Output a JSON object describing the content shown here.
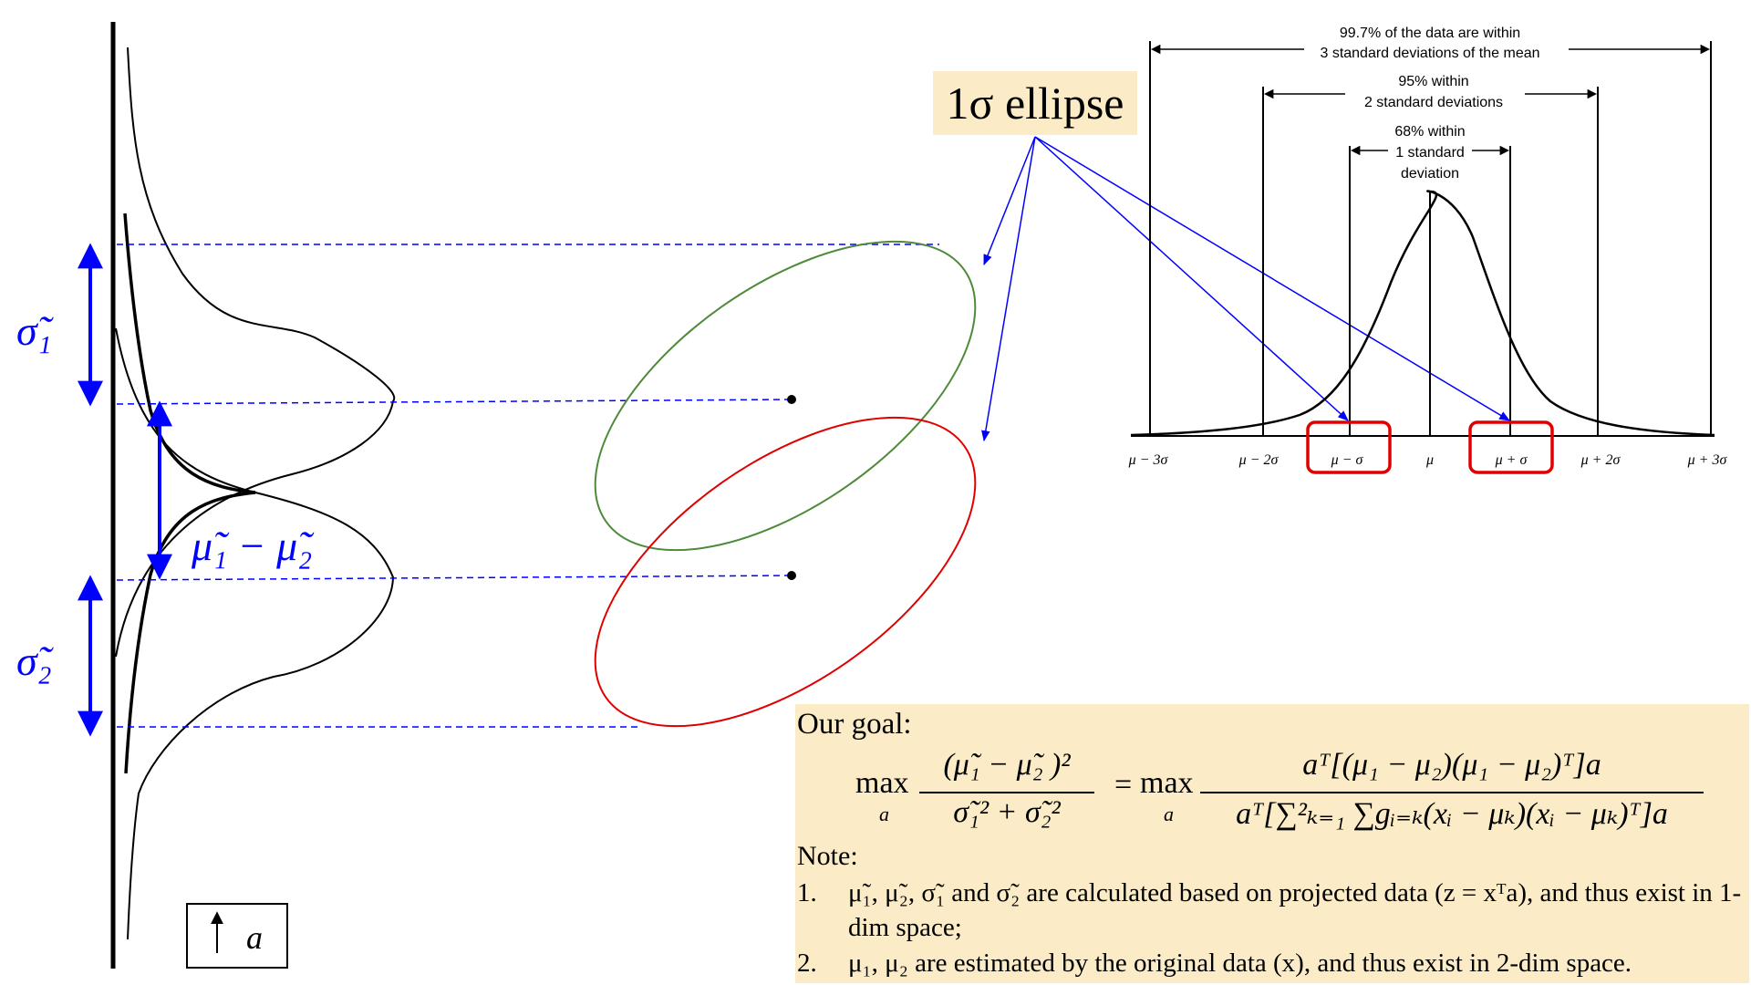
{
  "left_panel": {
    "sigma1_label": "σ̃₁",
    "sigma2_label": "σ̃₂",
    "mu_diff_label": "μ̃₁ − μ̃₂",
    "direction_label": "a"
  },
  "ellipse_callout": "1σ ellipse",
  "normal_curve": {
    "band3": "99.7% of the data are within",
    "band3_line2": "3 standard deviations of the mean",
    "band2": "95% within",
    "band2_line2": "2 standard deviations",
    "band1": "68% within",
    "band1_line2": "1 standard",
    "band1_line3": "deviation",
    "ticks": [
      "μ − 3σ",
      "μ − 2σ",
      "μ − σ",
      "μ",
      "μ + σ",
      "μ + 2σ",
      "μ + 3σ"
    ]
  },
  "goal": {
    "title": "Our goal:",
    "lhs_max": "max",
    "lhs_sub": "a",
    "lhs_num": "(μ̃₁ − μ̃₂ )²",
    "lhs_den": "σ̃₁² + σ̃₂²",
    "equals": "=",
    "rhs_max": "max",
    "rhs_sub": "a",
    "rhs_num": "aᵀ[(μ₁ − μ₂)(μ₁ − μ₂)ᵀ]a",
    "rhs_den": "aᵀ[∑²ₖ₌₁ ∑gᵢ₌ₖ(xᵢ − μₖ)(xᵢ − μₖ)ᵀ]a",
    "note_title": "Note:",
    "notes": [
      {
        "num": "1.",
        "text": "μ̃₁, μ̃₂, σ̃₁ and σ̃₂ are calculated based on projected data (z = xᵀa), and thus exist in 1-dim space;"
      },
      {
        "num": "2.",
        "text": "μ₁, μ₂ are estimated by the original data (x), and thus exist in 2-dim space."
      }
    ]
  },
  "colors": {
    "blue": "#0000ff",
    "green": "#4e8a3a",
    "red": "#e00000",
    "highlight": "#fbecc7"
  }
}
